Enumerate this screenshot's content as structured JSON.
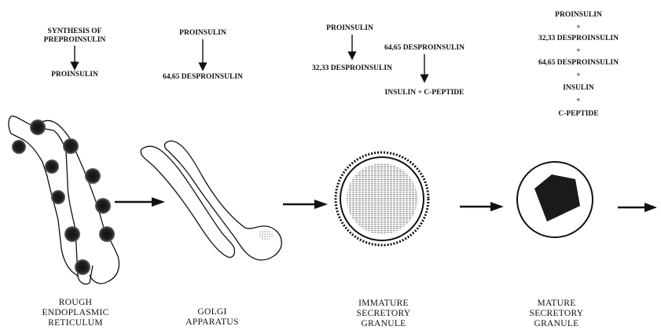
{
  "stages": [
    {
      "id": "rer",
      "reactions": [
        "SYNTHESIS OF",
        "PREPROINSULIN",
        "PROINSULIN"
      ],
      "label": [
        "ROUGH",
        "ENDOPLASMIC",
        "RETICULUM"
      ]
    },
    {
      "id": "golgi",
      "reactions": [
        "PROINSULIN",
        "64,65 DESPROINSULIN"
      ],
      "label": [
        "GOLGI",
        "APPARATUS"
      ]
    },
    {
      "id": "immature",
      "reactions": [
        "PROINSULIN",
        "32,33 DESPROINSULIN",
        "64,65 DESPROINSULIN",
        "INSULIN + C-PEPTIDE"
      ],
      "label": [
        "IMMATURE",
        "SECRETORY",
        "GRANULE"
      ]
    },
    {
      "id": "mature",
      "reactions": [
        "PROINSULIN",
        "+",
        "32,33 DESPROINSULIN",
        "+",
        "64,65 DESPROINSULIN",
        "+",
        "INSULIN",
        "+",
        "C-PEPTIDE"
      ],
      "label": [
        "MATURE",
        "SECRETORY",
        "GRANULE"
      ]
    }
  ],
  "colors": {
    "ink": "#111111",
    "background": "#ffffff"
  }
}
